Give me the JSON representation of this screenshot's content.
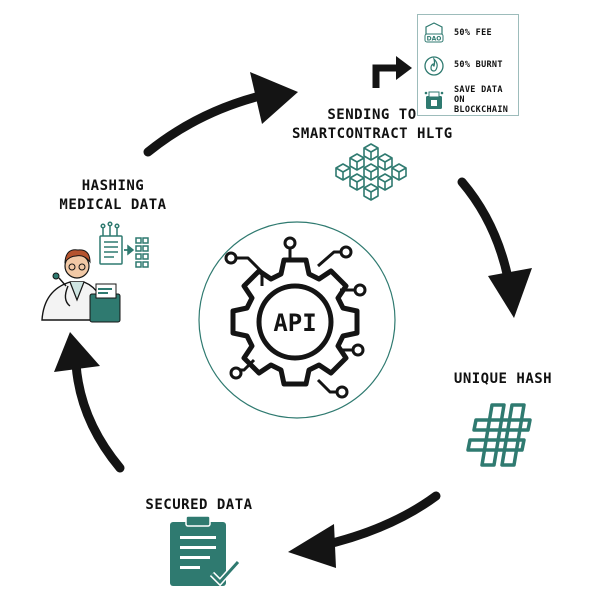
{
  "steps": {
    "hashing": {
      "line1": "HASHING",
      "line2": "MEDICAL DATA"
    },
    "sending": {
      "line1": "SENDING TO",
      "line2": "SMARTCONTRACT HLTG"
    },
    "unique": {
      "label": "UNIQUE HASH"
    },
    "secured": {
      "label": "SECURED DATA"
    }
  },
  "center": {
    "label": "API"
  },
  "fee_box": {
    "fee": "50% FEE",
    "dao_tag": "DAO",
    "burnt": "50% BURNT",
    "save_line1": "SAVE DATA ON",
    "save_line2": "BLOCKCHAIN"
  },
  "colors": {
    "teal": "#2f7a70",
    "arrow": "#141414",
    "circle": "#2f7a70"
  }
}
